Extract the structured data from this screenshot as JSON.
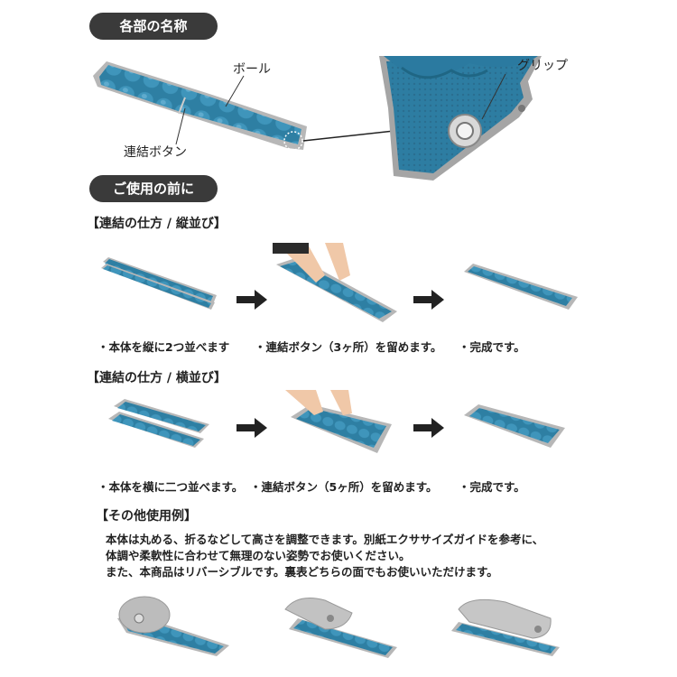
{
  "sections": {
    "parts": {
      "title": "各部の名称"
    },
    "before_use": {
      "title": "ご使用の前に"
    }
  },
  "parts_labels": {
    "ball": "ボール",
    "button": "連結ボタン",
    "grip": "グリップ"
  },
  "connect_vertical": {
    "heading": "【連結の仕方 / 縦並び】",
    "steps": [
      "・本体を縦に2つ並べます",
      "・連結ボタン（3ヶ所）を留めます。",
      "・完成です。"
    ]
  },
  "connect_horizontal": {
    "heading": "【連結の仕方 / 横並び】",
    "steps": [
      "・本体を横に二つ並べます。",
      "・連結ボタン（5ヶ所）を留めます。",
      "・完成です。"
    ]
  },
  "other_uses": {
    "heading": "【その他使用例】",
    "lines": [
      "本体は丸める、折るなどして高さを調整できます。別紙エクササイズガイドを参考に、",
      "体調や柔軟性に合わせて無理のない姿勢でお使いください。",
      "また、本商品はリバーシブルです。裏表どちらの面でもお使いいただけます。"
    ]
  },
  "colors": {
    "teal": "#2e7fa3",
    "teal_dark": "#1f6684",
    "gray": "#b7b7b7",
    "pill": "#3a3a3a"
  }
}
